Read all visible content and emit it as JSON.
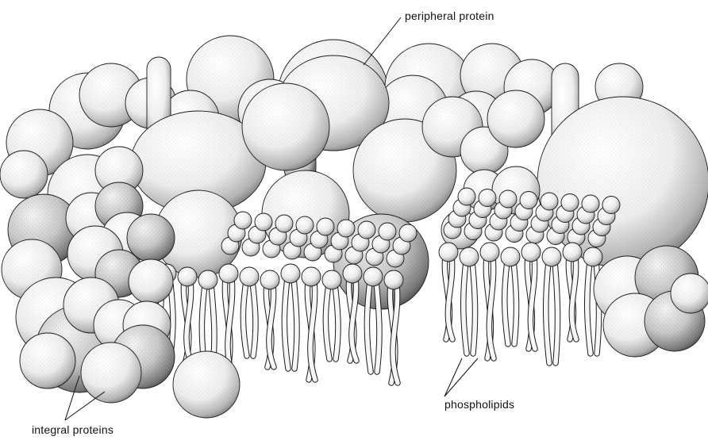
{
  "diagram": {
    "labels": {
      "peripheral_protein": "peripheral protein",
      "phospholipids": "phospholipids",
      "integral_proteins": "integral proteins"
    },
    "style": {
      "ink": "#1a1a1a",
      "paper": "#ffffff",
      "stipple": "#2a2a2a"
    }
  }
}
